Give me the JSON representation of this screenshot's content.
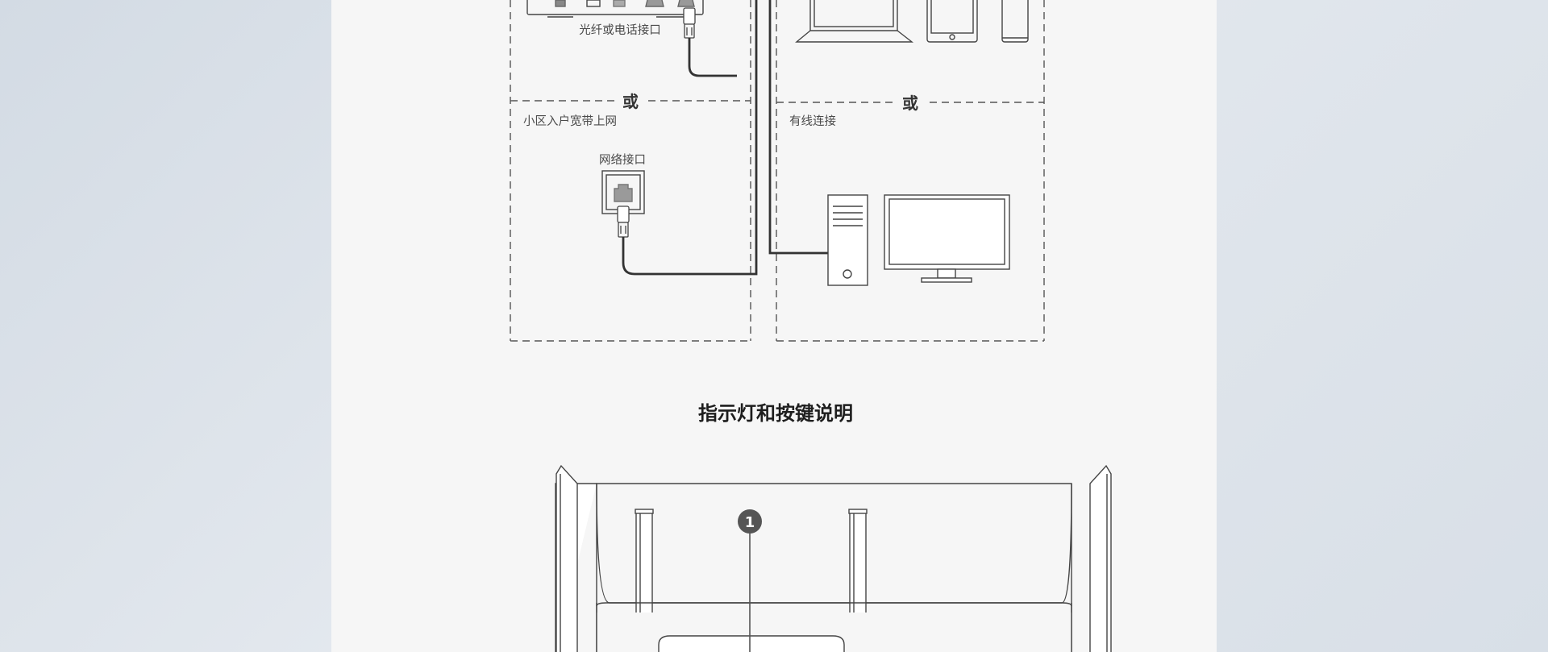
{
  "diagram": {
    "labels": {
      "fiber_or_phone_port": "光纤或电话接口",
      "or_left": "或",
      "or_right": "或",
      "community_broadband": "小区入户宽带上网",
      "network_port": "网络接口",
      "wired_connection": "有线连接"
    }
  },
  "section": {
    "title": "指示灯和按键说明",
    "callout_number": "1"
  }
}
